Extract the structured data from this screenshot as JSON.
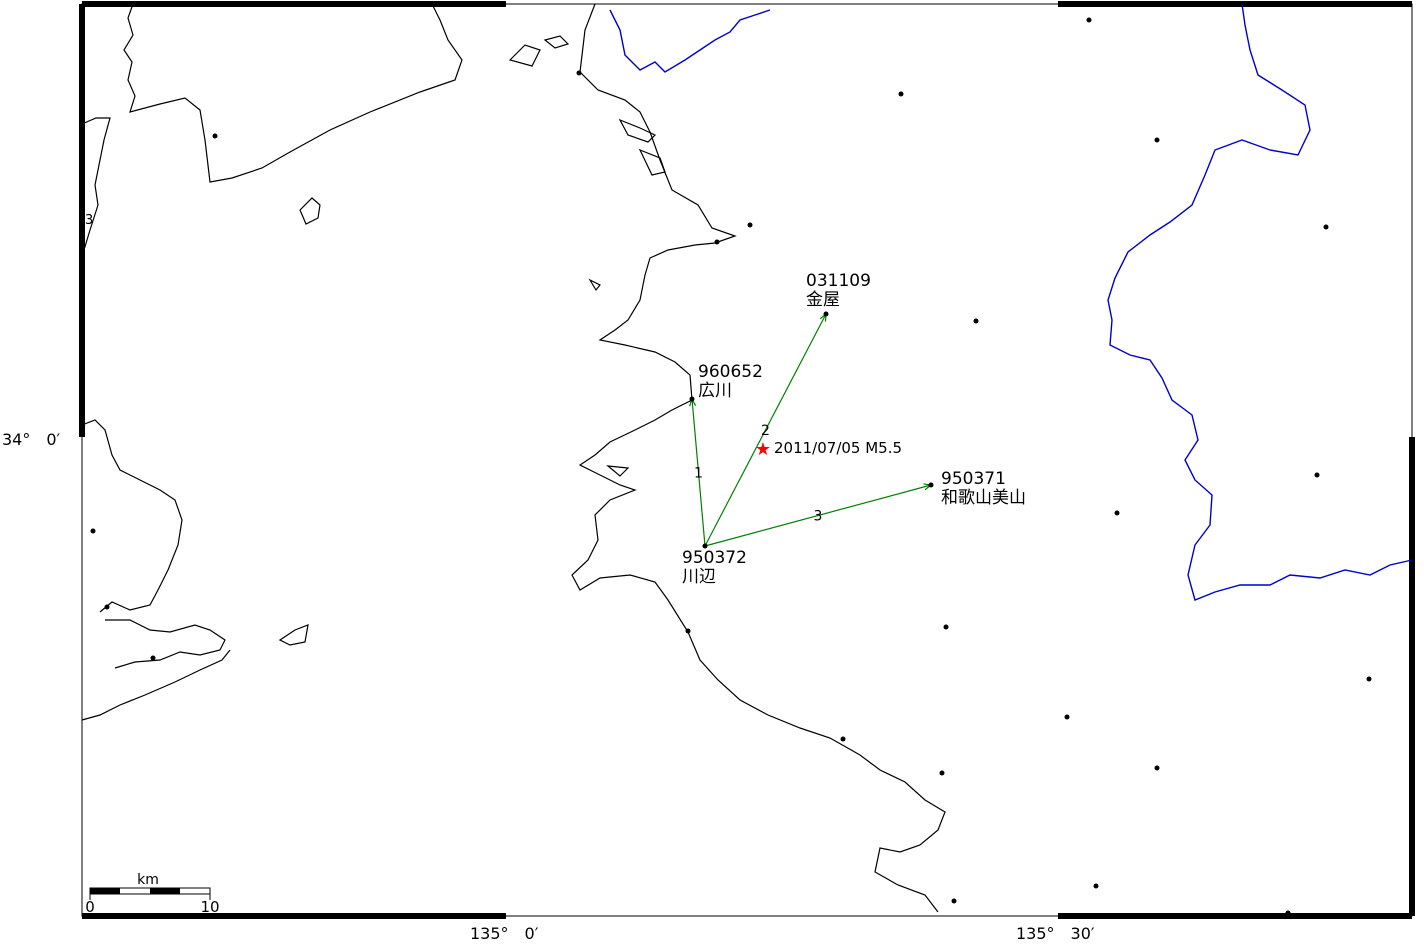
{
  "axes": {
    "lat_label": "34°　0′",
    "lon_label_1": "135°　0′",
    "lon_label_2": "135°　30′"
  },
  "stations": [
    {
      "id": "950372",
      "name": "川辺"
    },
    {
      "id": "960652",
      "name": "広川"
    },
    {
      "id": "031109",
      "name": "金屋"
    },
    {
      "id": "950371",
      "name": "和歌山美山"
    }
  ],
  "baselines": [
    {
      "label": "1",
      "from": "950372",
      "to": "960652"
    },
    {
      "label": "2",
      "from": "950372",
      "to": "031109"
    },
    {
      "label": "3",
      "from": "950372",
      "to": "950371"
    }
  ],
  "epicenter": {
    "label": "2011/07/05 M5.5"
  },
  "scale_bar": {
    "unit": "km",
    "min": "0",
    "max": "10"
  },
  "edge_label": "3",
  "colors": {
    "baseline": "#008000",
    "epicenter": "#ff0000",
    "border": "#0000cc",
    "coast": "#000000"
  }
}
